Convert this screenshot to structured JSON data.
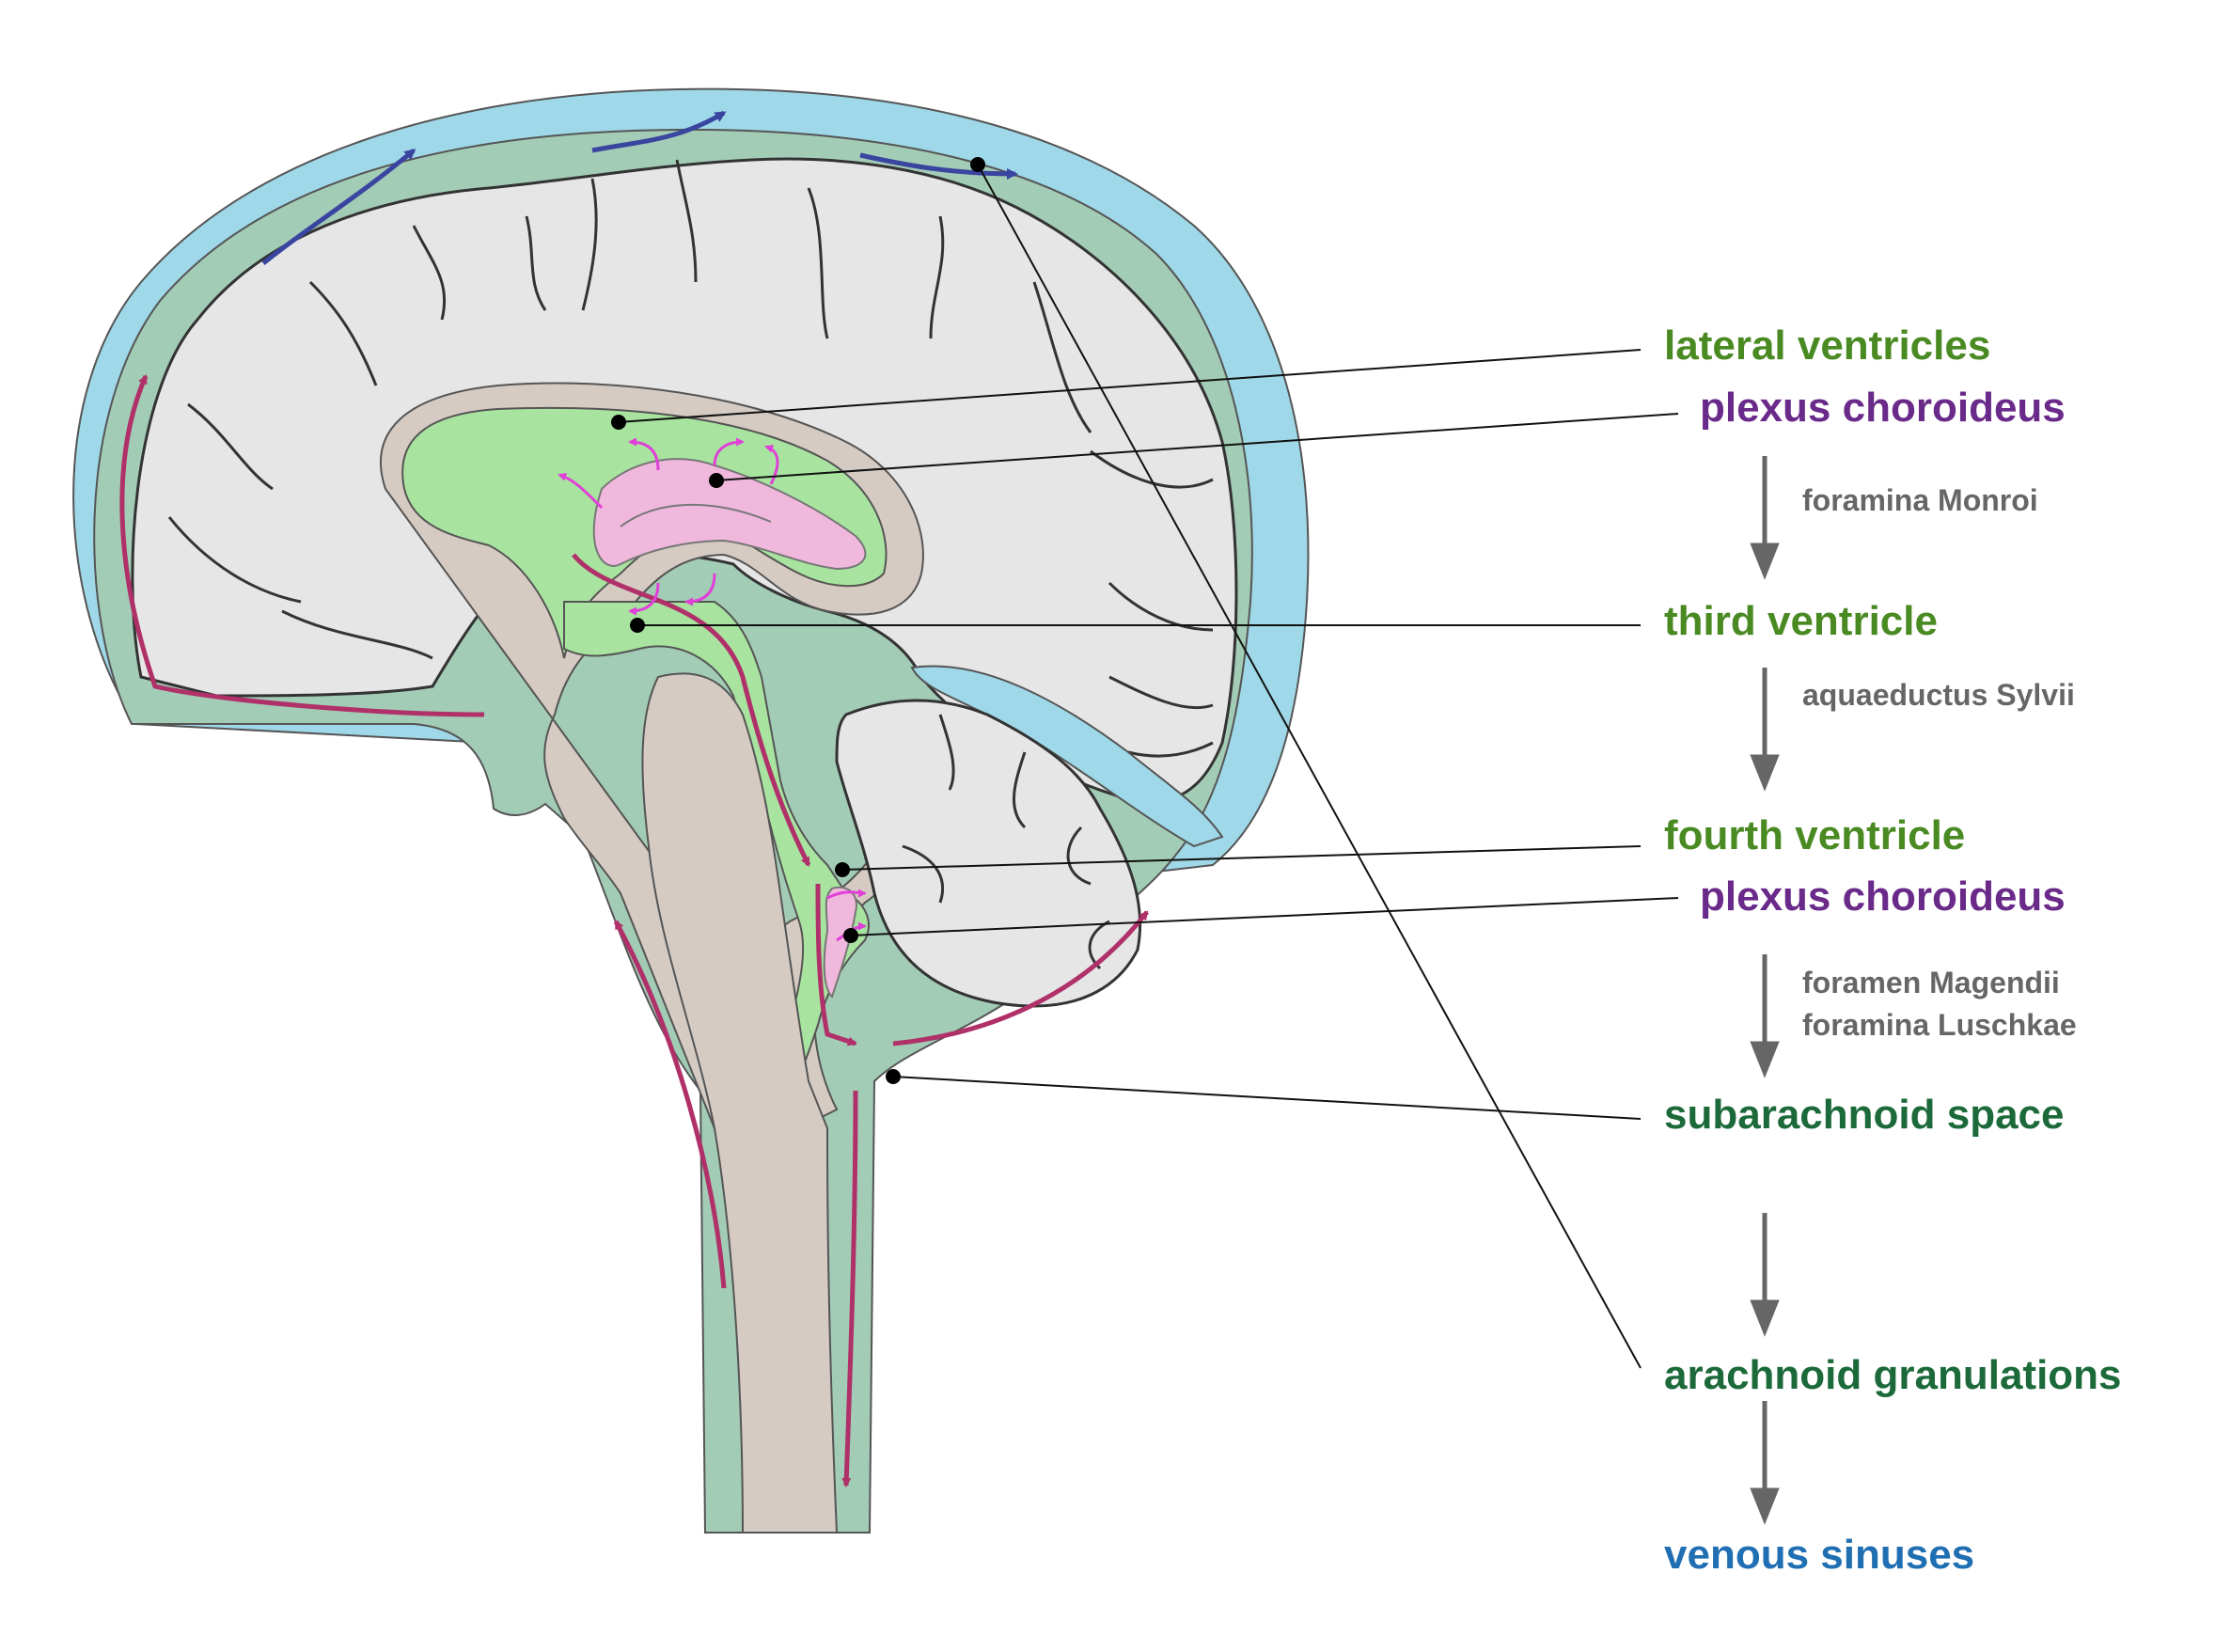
{
  "labels": {
    "lateral_ventricles": "lateral ventricles",
    "plexus_choroideus_1": "plexus choroideus",
    "foramina_monroi": "foramina Monroi",
    "third_ventricle": "third ventricle",
    "aquaeductus_sylvii": "aquaeductus Sylvii",
    "fourth_ventricle": "fourth ventricle",
    "plexus_choroideus_2": "plexus choroideus",
    "foramen_magendii": "foramen Magendii",
    "foramina_luschkae": "foramina Luschkae",
    "subarachnoid_space": "subarachnoid space",
    "arachnoid_granulations": "arachnoid granulations",
    "venous_sinuses": "venous sinuses"
  },
  "colors": {
    "ventricle_label": "#4a8a22",
    "plexus_label": "#6a2a8a",
    "subarachnoid_label": "#1c6a3a",
    "venous_label": "#1f6fb2",
    "passage_label": "#666666",
    "flow_arrow": "#666666",
    "meninges_outer": "#9fd8e8",
    "subarachnoid_fill": "#a3ccb6",
    "brain_fill": "#e6e6e6",
    "ventricle_fill": "#a8e4a0",
    "plexus_fill": "#f0b8dc",
    "brainstem_fill": "#d6cbc3",
    "csf_arrow": "#b0306a",
    "venous_arrow": "#3a45a0",
    "plexus_arrow": "#e040d8"
  }
}
